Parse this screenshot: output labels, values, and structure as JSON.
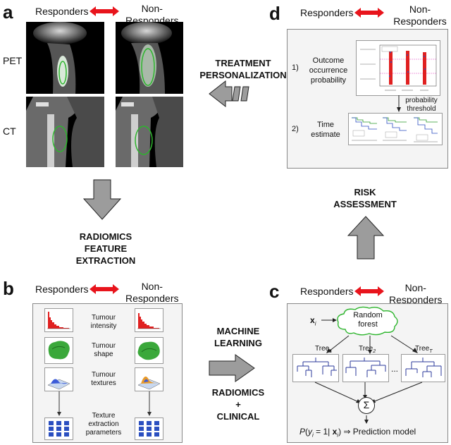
{
  "panels": {
    "a": "a",
    "b": "b",
    "c": "c",
    "d": "d"
  },
  "headers": {
    "responders": "Responders",
    "non_responders": "Non-\nResponders",
    "non_responders_line": "Non-Responders"
  },
  "panel_a": {
    "pet_label": "PET",
    "ct_label": "CT"
  },
  "steps": {
    "radiomics_extraction": "RADIOMICS\nFEATURE\nEXTRACTION",
    "machine_learning": "MACHINE\nLEARNING",
    "radiomics_clinical": "RADIOMICS\n+\nCLINICAL",
    "risk_assessment": "RISK\nASSESSMENT",
    "treatment_personalization": "TREATMENT\nPERSONALIZATION"
  },
  "panel_b": {
    "features": [
      "Tumour\nintensity",
      "Tumour\nshape",
      "Tumour\ntextures",
      "Texture\nextraction\nparameters"
    ]
  },
  "panel_c": {
    "input": "x",
    "input_sub": "i",
    "forest": "Random\nforest",
    "tree1": "Tree",
    "tree1_sub": "1",
    "tree2": "Tree",
    "tree2_sub": "2",
    "treeT": "Tree",
    "treeT_sub": "T",
    "ellipsis": "...",
    "sum": "Σ",
    "formula_p": "P",
    "formula_y": "y",
    "formula_mid": " = 1| ",
    "formula_x": "x",
    "formula_end": ") ⇒ Prediction model"
  },
  "panel_d": {
    "step1_num": "1)",
    "step1": "Outcome\noccurrence\nprobability",
    "step2_num": "2)",
    "step2": "Time\nestimate",
    "threshold": "probability\nthreshold"
  },
  "colors": {
    "arrow_red": "#e8141c",
    "arrow_gray": "#9c9c9c",
    "cloud_green": "#2db52d",
    "tree_blue": "#2b3a9b",
    "hist_red": "#e02020",
    "shape_green": "#3aa83a"
  }
}
